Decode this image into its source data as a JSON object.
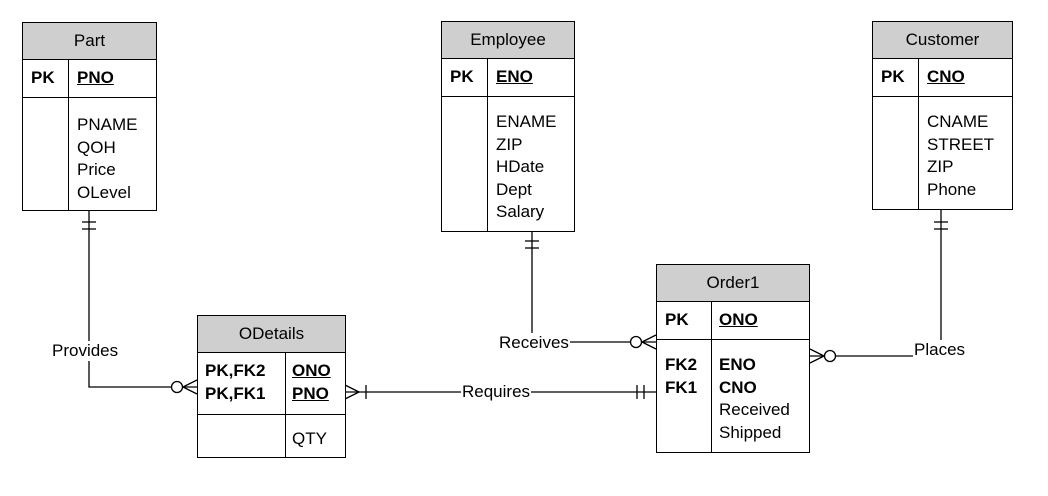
{
  "entities": {
    "part": {
      "title": "Part",
      "pk_label": "PK",
      "pk_field": "PNO",
      "attributes": [
        "PNAME",
        "QOH",
        "Price",
        "OLevel"
      ]
    },
    "employee": {
      "title": "Employee",
      "pk_label": "PK",
      "pk_field": "ENO",
      "attributes": [
        "ENAME",
        "ZIP",
        "HDate",
        "Dept",
        "Salary"
      ]
    },
    "customer": {
      "title": "Customer",
      "pk_label": "PK",
      "pk_field": "CNO",
      "attributes": [
        "CNAME",
        "STREET",
        "ZIP",
        "Phone"
      ]
    },
    "order1": {
      "title": "Order1",
      "pk_label": "PK",
      "pk_field": "ONO",
      "fk_labels": [
        "FK2",
        "FK1"
      ],
      "fk_fields": [
        "ENO",
        "CNO"
      ],
      "attributes": [
        "Received",
        "Shipped"
      ]
    },
    "odetails": {
      "title": "ODetails",
      "key_labels": [
        "PK,FK2",
        "PK,FK1"
      ],
      "key_fields": [
        "ONO",
        "PNO"
      ],
      "attributes": [
        "QTY"
      ]
    }
  },
  "relationships": {
    "provides": "Provides",
    "receives": "Receives",
    "places": "Places",
    "requires": "Requires"
  }
}
